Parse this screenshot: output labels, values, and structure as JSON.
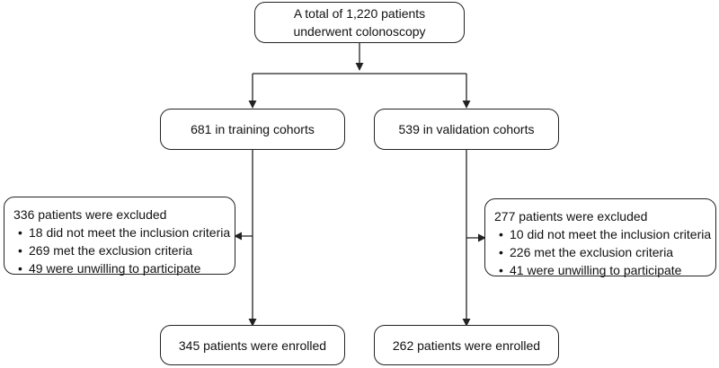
{
  "top": {
    "line1": "A total of 1,220 patients",
    "line2": "underwent colonoscopy"
  },
  "training": {
    "cohort_label": "681 in training cohorts",
    "excluded": {
      "heading": "336 patients were excluded",
      "items": [
        "18 did not meet the inclusion criteria",
        "269 met the exclusion criteria",
        "49 were unwilling to participate"
      ]
    },
    "enrolled_label": "345 patients were enrolled"
  },
  "validation": {
    "cohort_label": "539 in validation cohorts",
    "excluded": {
      "heading": "277 patients were excluded",
      "items": [
        "10 did not meet the inclusion criteria",
        "226 met the exclusion criteria",
        "41 were unwilling to participate"
      ]
    },
    "enrolled_label": "262 patients were enrolled"
  },
  "bullet_glyph": "•"
}
